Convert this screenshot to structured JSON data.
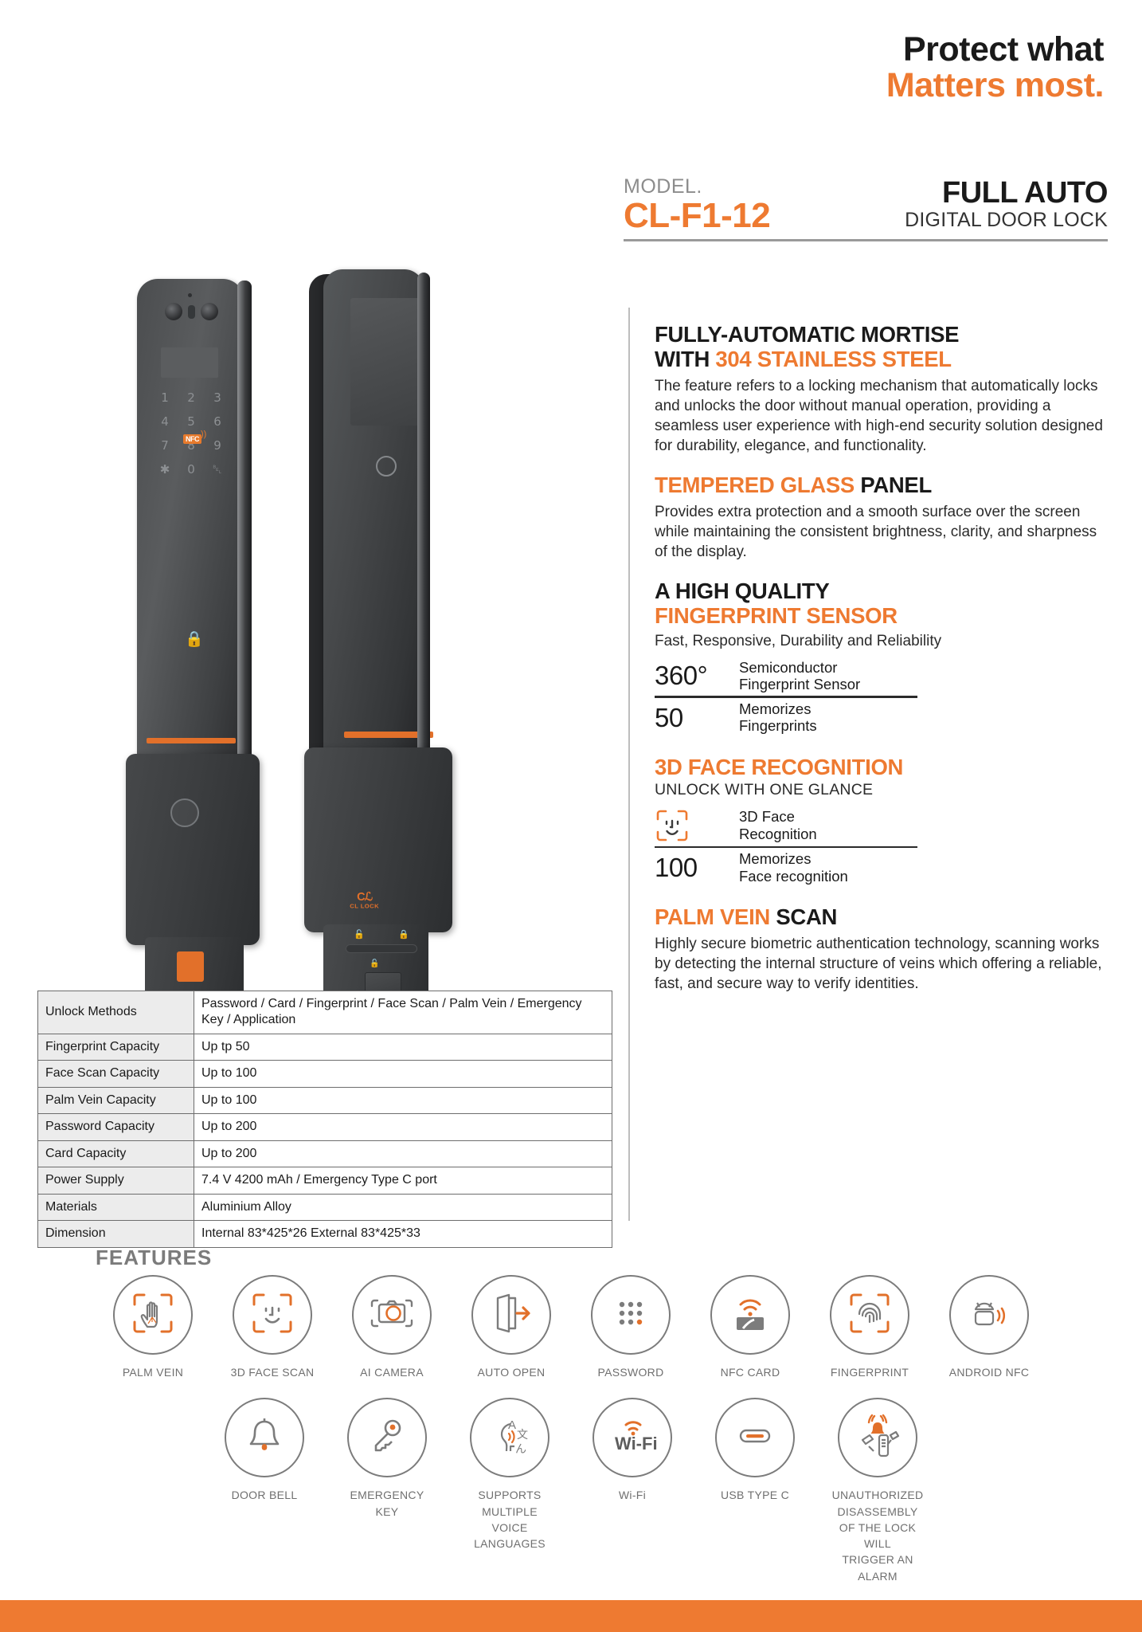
{
  "hero": {
    "line1": "Protect what",
    "line2": "Matters most."
  },
  "model": {
    "label": "MODEL.",
    "code": "CL-F1-12",
    "type": "FULL AUTO",
    "subtitle": "DIGITAL DOOR LOCK"
  },
  "colors": {
    "accent": "#EE7A31",
    "dark": "#1A1A1A",
    "grey": "#7B7B7B"
  },
  "sections": {
    "mortise": {
      "title_a": "FULLY-AUTOMATIC MORTISE",
      "title_b_black": "WITH ",
      "title_b_orange": "304 STAINLESS STEEL",
      "body": "The feature refers to a locking mechanism that automatically locks and unlocks the door without manual operation, providing a seamless user experience with high-end security solution designed for durability, elegance, and functionality."
    },
    "glass": {
      "title_orange": "TEMPERED GLASS ",
      "title_black": "PANEL",
      "body": "Provides extra protection and a smooth surface over the screen while maintaining the consistent brightness, clarity, and sharpness of the display."
    },
    "fingerprint": {
      "title_a": "A HIGH QUALITY",
      "title_b": "FINGERPRINT SENSOR",
      "tagline": "Fast, Responsive, Durability and Reliability",
      "stat1_num": "360°",
      "stat1_l1": "Semiconductor",
      "stat1_l2": "Fingerprint Sensor",
      "stat2_num": "50",
      "stat2_l1": "Memorizes",
      "stat2_l2": "Fingerprints"
    },
    "face": {
      "title": "3D FACE RECOGNITION",
      "tagline": "UNLOCK WITH ONE GLANCE",
      "stat1_l1": "3D Face",
      "stat1_l2": "Recognition",
      "stat2_num": "100",
      "stat2_l1": "Memorizes",
      "stat2_l2": "Face recognition"
    },
    "palm": {
      "title_orange": "PALM VEIN ",
      "title_black": "SCAN",
      "body": "Highly secure biometric authentication technology, scanning works by detecting the internal structure of veins which offering a reliable, fast, and secure way to verify identities."
    }
  },
  "spec_table": {
    "rows": [
      {
        "key": "Unlock Methods",
        "value": "Password / Card / Fingerprint / Face Scan / Palm Vein / Emergency Key / Application"
      },
      {
        "key": "Fingerprint Capacity",
        "value": "Up tp 50"
      },
      {
        "key": "Face Scan Capacity",
        "value": "Up to 100"
      },
      {
        "key": "Palm Vein Capacity",
        "value": "Up to 100"
      },
      {
        "key": "Password Capacity",
        "value": "Up to 200"
      },
      {
        "key": "Card Capacity",
        "value": "Up to 200"
      },
      {
        "key": "Power Supply",
        "value": "7.4 V 4200 mAh / Emergency Type C port"
      },
      {
        "key": "Materials",
        "value": "Aluminium Alloy"
      },
      {
        "key": "Dimension",
        "value": "Internal  83*425*26  External  83*425*33"
      }
    ]
  },
  "features": {
    "heading": "FEATURES",
    "row1": [
      {
        "icon": "palm-vein-icon",
        "label": "PALM VEIN"
      },
      {
        "icon": "face-scan-icon",
        "label": "3D FACE SCAN"
      },
      {
        "icon": "ai-camera-icon",
        "label": "AI CAMERA"
      },
      {
        "icon": "auto-open-icon",
        "label": "AUTO OPEN"
      },
      {
        "icon": "password-icon",
        "label": "PASSWORD"
      },
      {
        "icon": "nfc-card-icon",
        "label": "NFC CARD"
      },
      {
        "icon": "fingerprint-icon",
        "label": "FINGERPRINT"
      },
      {
        "icon": "android-nfc-icon",
        "label": "ANDROID NFC"
      }
    ],
    "row2": [
      {
        "icon": "door-bell-icon",
        "label": "DOOR BELL"
      },
      {
        "icon": "emergency-key-icon",
        "label": "EMERGENCY\nKEY"
      },
      {
        "icon": "voice-language-icon",
        "label": "SUPPORTS\nMULTIPLE VOICE\nLANGUAGES"
      },
      {
        "icon": "wifi-icon",
        "label": "Wi-Fi"
      },
      {
        "icon": "usb-type-c-icon",
        "label": "USB TYPE C"
      },
      {
        "icon": "tamper-alarm-icon",
        "label": "UNAUTHORIZED\nDISASSEMBLY\nOF THE LOCK WILL\nTRIGGER AN ALARM"
      }
    ]
  },
  "product": {
    "brand_word": "CL LOCK",
    "keypad": {
      "row1": [
        "1",
        "2",
        "3"
      ],
      "row2": [
        "4",
        "5",
        "6"
      ],
      "row3": [
        "7",
        "8",
        "9"
      ],
      "row4": [
        "✱",
        "0",
        "␇"
      ],
      "nfc_label": "NFC"
    }
  }
}
